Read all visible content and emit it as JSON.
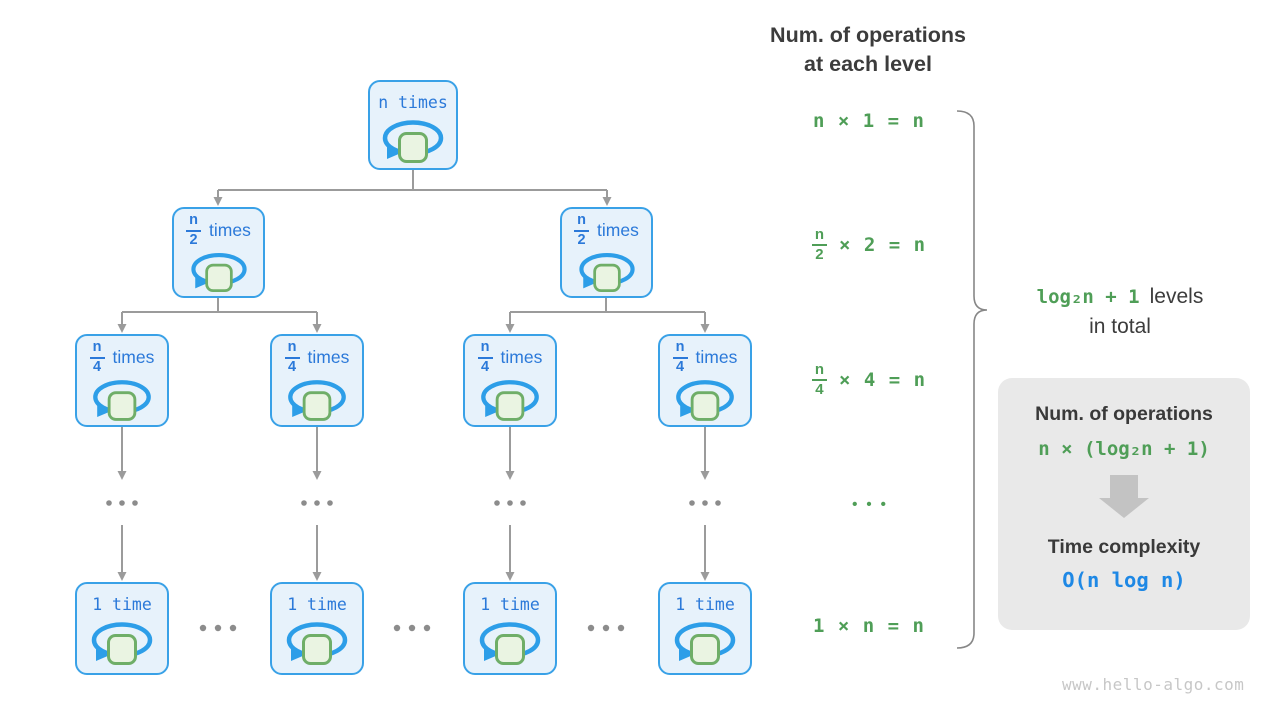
{
  "header": {
    "line1": "Num. of operations",
    "line2": "at each level"
  },
  "tree": {
    "root_label": "n times",
    "l2_num": "n",
    "l2_den": "2",
    "l2_suffix": "times",
    "l3_num": "n",
    "l3_den": "4",
    "l3_suffix": "times",
    "leaf_label": "1 time"
  },
  "formulas": [
    {
      "type": "plain",
      "text": "n × 1 = n"
    },
    {
      "type": "fraction",
      "num": "n",
      "den": "2",
      "rest": "× 2 = n"
    },
    {
      "type": "fraction",
      "num": "n",
      "den": "4",
      "rest": "× 4 = n"
    },
    {
      "type": "dots",
      "text": "•••"
    },
    {
      "type": "plain",
      "text": "1 × n = n"
    }
  ],
  "brace_label": {
    "highlight": "log₂n + 1",
    "suffix": "levels",
    "line2": "in total"
  },
  "summary_box": {
    "title": "Num. of operations",
    "formula": "n × (log₂n + 1)",
    "result_title": "Time complexity",
    "result": "O(n log n)"
  },
  "watermark": "www.hello-algo.com",
  "icons": {
    "loop": "loop-arrow-icon",
    "ellipsis": "ellipsis-dots-icon",
    "down_arrow": "down-arrow-icon",
    "brace": "curly-brace-icon"
  },
  "colors": {
    "node_border": "#39a1e7",
    "node_fill": "#e7f2fb",
    "node_text": "#2b79d9",
    "loop_square_fill": "#eaf4e2",
    "loop_square_border": "#6fae68",
    "formula_green": "#4f9e57",
    "accent_blue": "#1e88e5",
    "text_dark": "#3c3c3c",
    "connector_gray": "#9b9b9b",
    "box_bg": "#e9e9e9",
    "watermark_gray": "#c7c7c7"
  }
}
